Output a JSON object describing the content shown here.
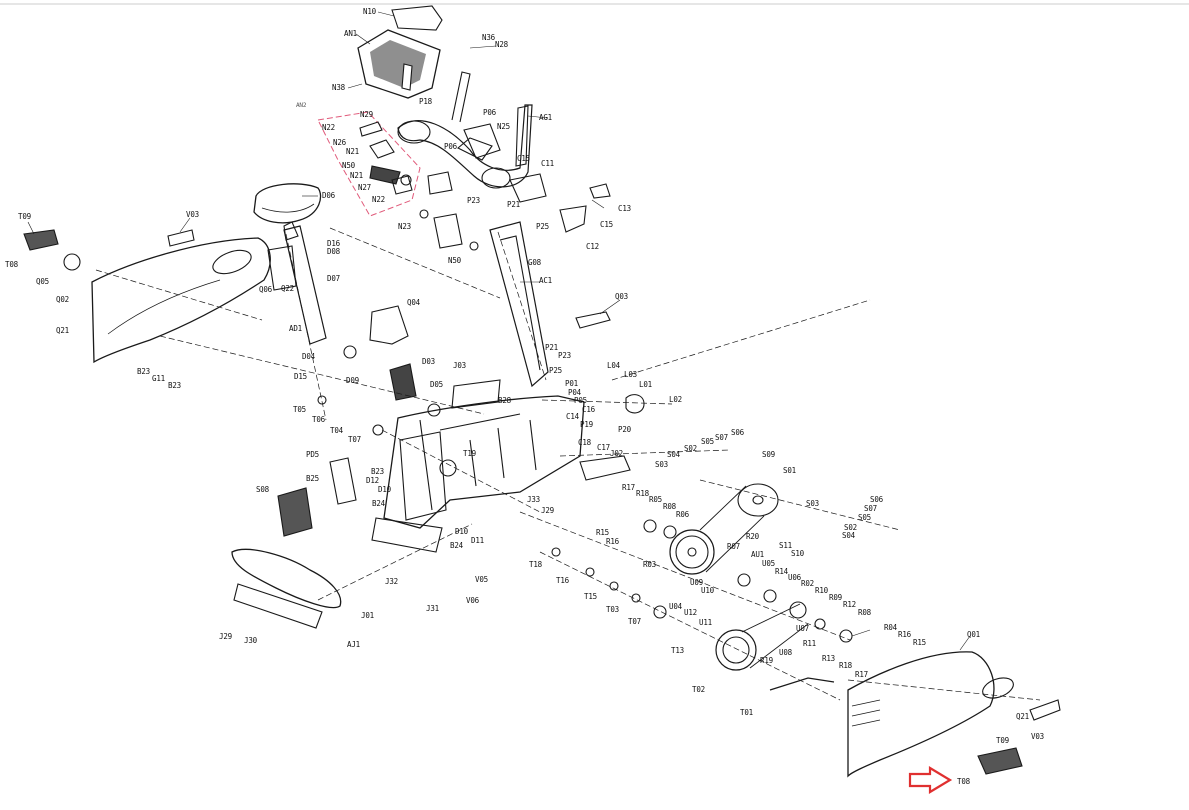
{
  "labels": {
    "N10": "N10",
    "AN1": "AN1",
    "N36": "N36",
    "N28": "N28",
    "N38": "N38",
    "N29": "N29",
    "P18": "P18",
    "AN2": "AN2",
    "N22a": "N22",
    "N26": "N26",
    "N21a": "N21",
    "N50a": "N50",
    "N21b": "N21",
    "N27": "N27",
    "N22b": "N22",
    "P06a": "P06",
    "P06b": "P06",
    "N25": "N25",
    "AG1": "AG1",
    "C15a": "C15",
    "C11": "C11",
    "C13": "C13",
    "C15b": "C15",
    "C12": "C12",
    "P23a": "P23",
    "P21a": "P21",
    "P25a": "P25",
    "G08": "G08",
    "N23": "N23",
    "N50b": "N50",
    "AC1": "AC1",
    "T09a": "T09",
    "T08a": "T08",
    "V03a": "V03",
    "Q05": "Q05",
    "Q02": "Q02",
    "Q21a": "Q21",
    "B23a": "B23",
    "G11": "G11",
    "B23b": "B23",
    "D06": "D06",
    "D16": "D16",
    "D08": "D08",
    "D07": "D07",
    "Q06": "Q06",
    "Q22": "Q22",
    "AD1": "AD1",
    "Q04": "Q04",
    "Q03": "Q03",
    "D04": "D04",
    "D09": "D09",
    "D15": "D15",
    "D03": "D03",
    "J03": "J03",
    "D05": "D05",
    "P21b": "P21",
    "P23b": "P23",
    "P25b": "P25",
    "L04": "L04",
    "L03": "L03",
    "L01": "L01",
    "L02": "L02",
    "T05a": "T05",
    "T06": "T06",
    "T04": "T04",
    "T07a": "T07",
    "B28": "B28",
    "P01": "P01",
    "P04": "P04",
    "P05": "P05",
    "C16": "C16",
    "P19": "P19",
    "P20": "P20",
    "C14": "C14",
    "C18": "C18",
    "C17": "C17",
    "J02": "J02",
    "S04a": "S04",
    "S02a": "S02",
    "S05a": "S05",
    "S07a": "S07",
    "S06a": "S06",
    "S03a": "S03",
    "S09": "S09",
    "S01": "S01",
    "S03b": "S03",
    "S06b": "S06",
    "S07b": "S07",
    "S05b": "S05",
    "S02b": "S02",
    "S04b": "S04",
    "S11": "S11",
    "S10": "S10",
    "PD5": "PD5",
    "B23c": "B23",
    "D12": "D12",
    "T19": "T19",
    "B25": "B25",
    "D10a": "D10",
    "S08": "S08",
    "B24a": "B24",
    "J33": "J33",
    "J29a": "J29",
    "D10b": "D10",
    "B24b": "B24",
    "D11": "D11",
    "R17a": "R17",
    "R18a": "R18",
    "R05": "R05",
    "R08a": "R08",
    "R06": "R06",
    "R15a": "R15",
    "R16a": "R16",
    "R20": "R20",
    "R07": "R07",
    "AU1": "AU1",
    "R03": "R03",
    "U05": "U05",
    "U06": "U06",
    "R14": "R14",
    "R02": "R02",
    "R10": "R10",
    "U09": "U09",
    "U10": "U10",
    "R09": "R09",
    "R12": "R12",
    "R08b": "R08",
    "U04": "U04",
    "U12": "U12",
    "U07": "U07",
    "R04": "R04",
    "R16b": "R16",
    "R15b": "R15",
    "R11": "R11",
    "U08": "U08",
    "R13": "R13",
    "R18b": "R18",
    "R17b": "R17",
    "U11": "U11",
    "R19": "R19",
    "Q01": "Q01",
    "T18": "T18",
    "T16": "T16",
    "T15": "T15",
    "T03": "T03",
    "T07b": "T07",
    "T13": "T13",
    "T02": "T02",
    "T01": "T01",
    "J01": "J01",
    "J32": "J32",
    "V05": "V05",
    "V06": "V06",
    "J31": "J31",
    "J29b": "J29",
    "J30": "J30",
    "AJ1": "AJ1",
    "Q21b": "Q21",
    "V03b": "V03",
    "T09b": "T09",
    "T08b": "T08"
  },
  "highlight": {
    "color": "#e03030",
    "arrow": "arrow-right",
    "target": "T08"
  },
  "colors": {
    "line": "#1a1a1a",
    "group_outline": "#e05a7a"
  }
}
